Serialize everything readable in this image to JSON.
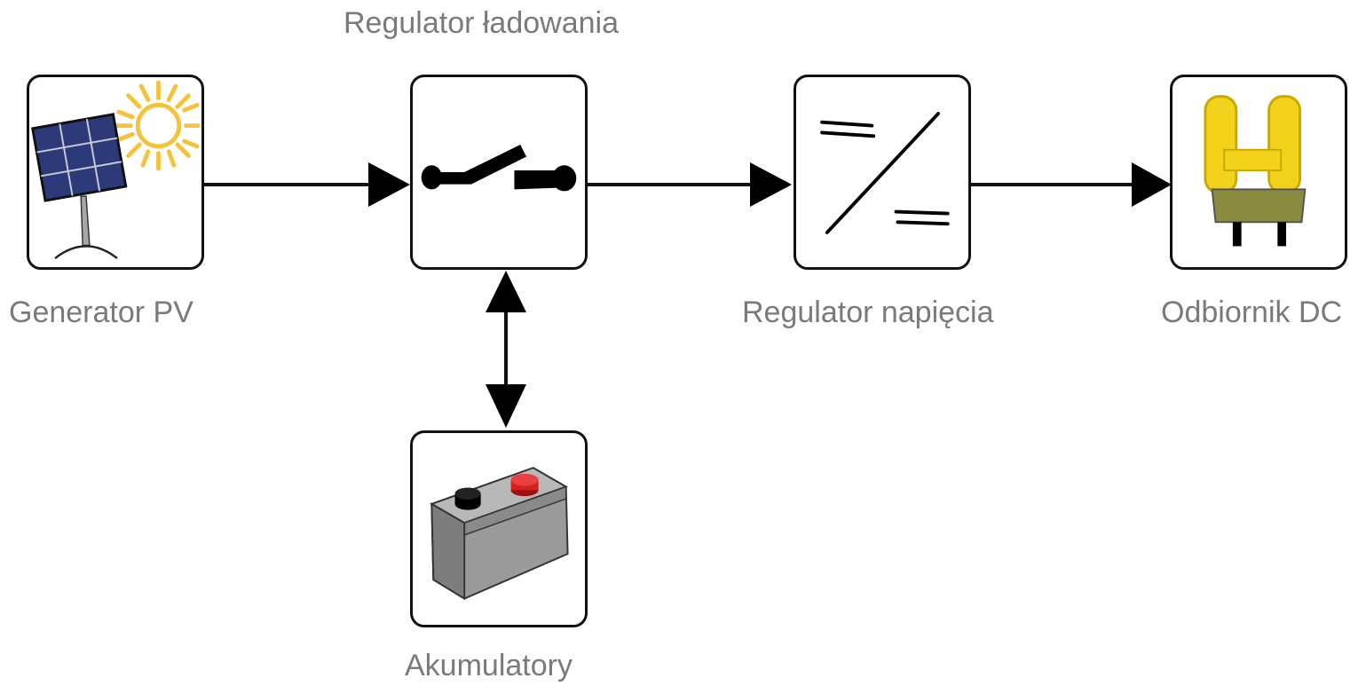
{
  "nodes": {
    "pv_generator": {
      "label": "Generator PV",
      "icon": "solar-panel-icon"
    },
    "charge_controller": {
      "label": "Regulator ładowania",
      "icon": "switch-icon"
    },
    "voltage_regulator": {
      "label": "Regulator napięcia",
      "icon": "dc-dc-converter-icon"
    },
    "dc_load": {
      "label": "Odbiornik DC",
      "icon": "compact-lamp-icon"
    },
    "batteries": {
      "label": "Akumulatory",
      "icon": "battery-icon"
    }
  },
  "edges": [
    {
      "from": "pv_generator",
      "to": "charge_controller",
      "direction": "forward"
    },
    {
      "from": "charge_controller",
      "to": "voltage_regulator",
      "direction": "forward"
    },
    {
      "from": "voltage_regulator",
      "to": "dc_load",
      "direction": "forward"
    },
    {
      "from": "charge_controller",
      "to": "batteries",
      "direction": "bidirectional"
    }
  ],
  "colors": {
    "label_text": "#7a7a7a",
    "stroke": "#111111",
    "panel": "#2d3a7a",
    "sun": "#f5c33b",
    "battery_body": "#9a9a9a",
    "terminal_positive": "#d42020",
    "terminal_negative": "#111111",
    "lamp_tube": "#f2d21a",
    "lamp_base": "#8a8a40"
  }
}
